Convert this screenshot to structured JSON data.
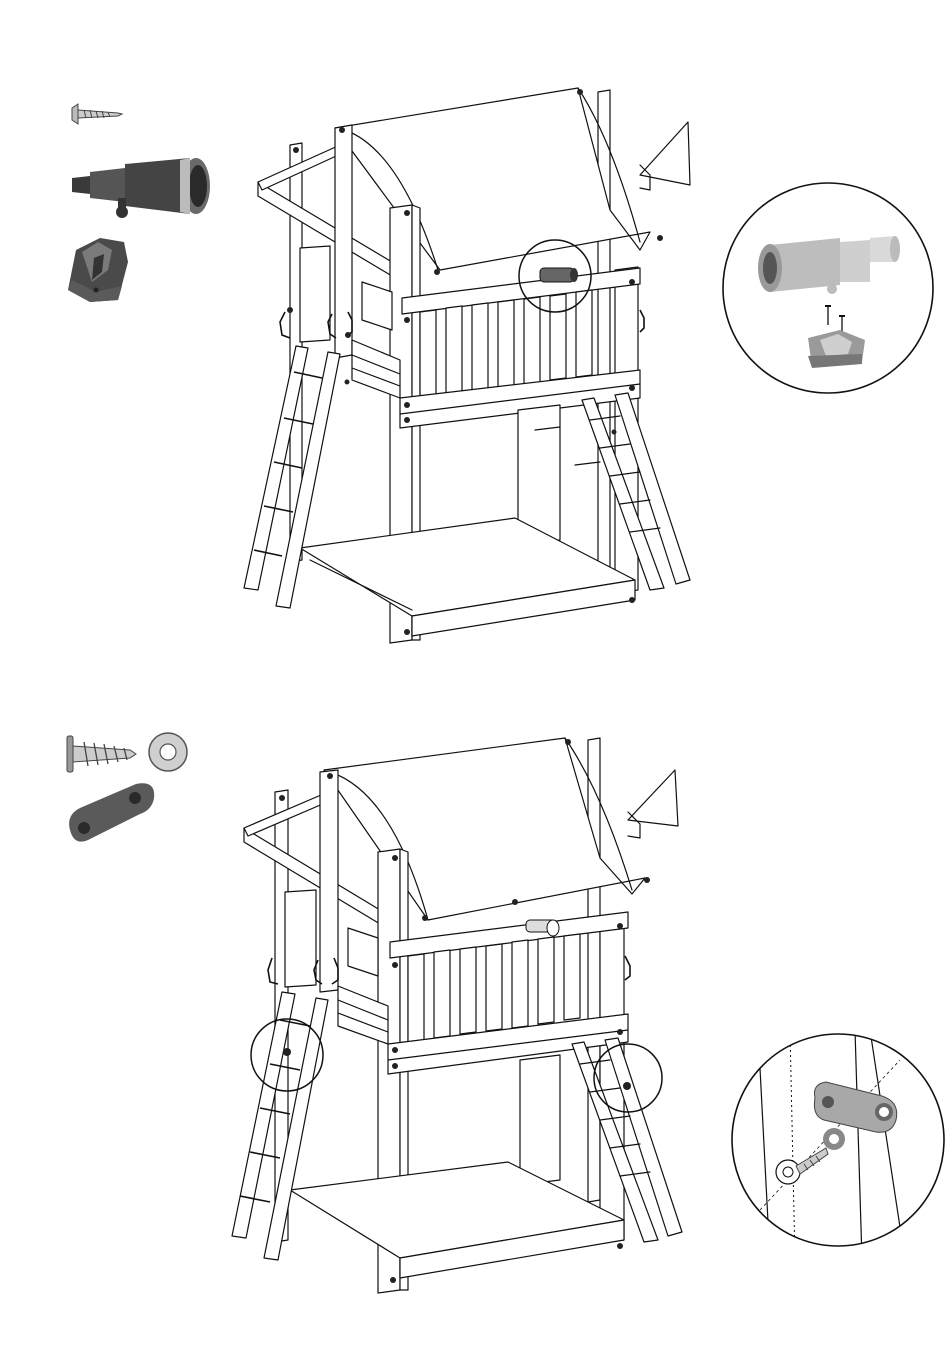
{
  "document": {
    "type": "assembly-instructions",
    "steps": [
      {
        "id": 1,
        "parts": [
          "wood-screw",
          "telescope",
          "telescope-mount-bracket"
        ],
        "detail": "telescope-mounting-detail"
      },
      {
        "id": 2,
        "parts": [
          "flange-screw",
          "washer",
          "ladder-bracket"
        ],
        "detail": "ladder-bracket-fixing-detail"
      }
    ]
  },
  "colors": {
    "line": "#111111",
    "part_dark": "#4a4a4a",
    "part_mid": "#8a8a8a",
    "part_light": "#cfcfcf",
    "background": "#ffffff"
  }
}
